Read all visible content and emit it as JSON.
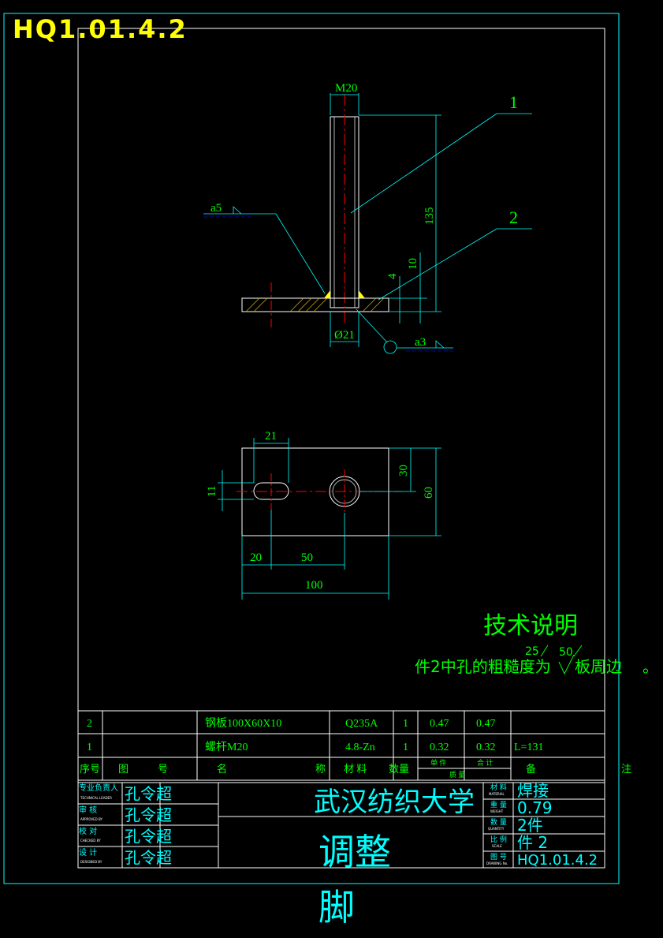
{
  "drawing_code": "HQ1.01.4.2",
  "front_view": {
    "leader_1": "1",
    "leader_2": "2",
    "dim_m20": "M20",
    "dim_135": "135",
    "dim_10": "10",
    "dim_4": "4",
    "dim_phi21": "Ø21",
    "weld_a5": "a5",
    "weld_a3": "a3"
  },
  "plan_view": {
    "dim_21": "21",
    "dim_11": "11",
    "dim_30": "30",
    "dim_60": "60",
    "dim_20": "20",
    "dim_50": "50",
    "dim_100": "100"
  },
  "tech_notes": {
    "title": "技术说明",
    "line_prefix": "件2中孔的粗糙度为",
    "roughness_1": "25",
    "line_mid": "板周边",
    "roughness_2": "50",
    "line_end": "。"
  },
  "parts_list": {
    "rows": [
      {
        "no": "2",
        "drawing": "",
        "name": "钢板100X60X10",
        "material": "Q235A",
        "qty": "1",
        "unit_mass": "0.47",
        "total_mass": "0.47",
        "remark": ""
      },
      {
        "no": "1",
        "drawing": "",
        "name": "螺杆M20",
        "material": "4.8-Zn",
        "qty": "1",
        "unit_mass": "0.32",
        "total_mass": "0.32",
        "remark": "L=131"
      }
    ],
    "header": {
      "no": "序号",
      "drawing": "图",
      "code": "号",
      "name": "名",
      "name2": "称",
      "material": "材 料",
      "qty": "数量",
      "unit": "单  件",
      "total": "合  计",
      "mass": "质    量",
      "remark": "备",
      "remark2": "注"
    }
  },
  "title_block": {
    "roles": [
      "专业负责人",
      "审    核",
      "校    对",
      "设    计"
    ],
    "people": [
      "孔令超",
      "孔令超",
      "孔令超",
      "孔令超"
    ],
    "university": "武汉纺织大学",
    "title_1": "调整",
    "title_2": "脚",
    "material_label": "材 料",
    "material_value": "焊接",
    "weight_label": "重 量",
    "weight_value": "0.79",
    "process_label": "数 量",
    "process_value": "2件",
    "scale_label": "比 例",
    "scale_value": "件 2",
    "code_label": "图 号",
    "code_value": "HQ1.01.4.2"
  }
}
